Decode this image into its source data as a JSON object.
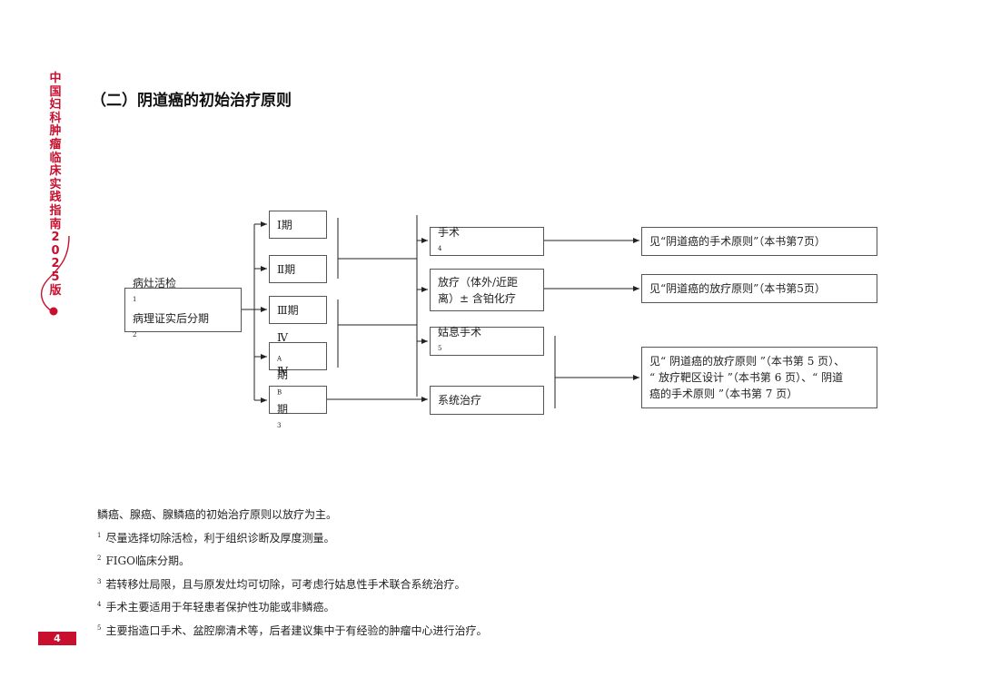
{
  "sidebar": {
    "book_title": "中国妇科肿瘤临床实践指南2025版",
    "accent_color": "#c8102e"
  },
  "title": "（二）阴道癌的初始治疗原则",
  "flowchart": {
    "start": {
      "line1": "病灶活检",
      "sup1": "1",
      "line2": "病理证实后分期",
      "sup2": "2"
    },
    "stages": {
      "s1": "Ⅰ期",
      "s2": "Ⅱ期",
      "s3": "Ⅲ期",
      "s4a_main": "Ⅳ",
      "s4a_sub": "A",
      "s4a_tail": "期",
      "s4b_main": "Ⅳ",
      "s4b_sub": "B",
      "s4b_tail": "期",
      "s4b_sup": "3"
    },
    "treatments": {
      "surgery": "手术",
      "surgery_sup": "4",
      "radio_line1": "放疗（体外/近距",
      "radio_line2": "离）± 含铂化疗",
      "palliative": "姑息手术",
      "palliative_sup": "5",
      "systemic": "系统治疗"
    },
    "refs": {
      "r1": "见“阴道癌的手术原则”（本书第7页）",
      "r2": "见“阴道癌的放疗原则”（本书第5页）",
      "r3_line1": "见“ 阴道癌的放疗原则 ”（本书第 5 页）、",
      "r3_line2": "“ 放疗靶区设计 ”（本书第 6 页）、“ 阴道",
      "r3_line3": "癌的手术原则 ”（本书第 7 页）"
    }
  },
  "notes": {
    "intro": "鳞癌、腺癌、腺鳞癌的初始治疗原则以放疗为主。",
    "items": [
      {
        "num": "1",
        "text": "尽量选择切除活检，利于组织诊断及厚度测量。"
      },
      {
        "num": "2",
        "text": "FIGO临床分期。"
      },
      {
        "num": "3",
        "text": "若转移灶局限，且与原发灶均可切除，可考虑行姑息性手术联合系统治疗。"
      },
      {
        "num": "4",
        "text": "手术主要适用于年轻患者保护性功能或非鳞癌。"
      },
      {
        "num": "5",
        "text": "主要指造口手术、盆腔廓清术等，后者建议集中于有经验的肿瘤中心进行治疗。"
      }
    ]
  },
  "page_number": "4"
}
